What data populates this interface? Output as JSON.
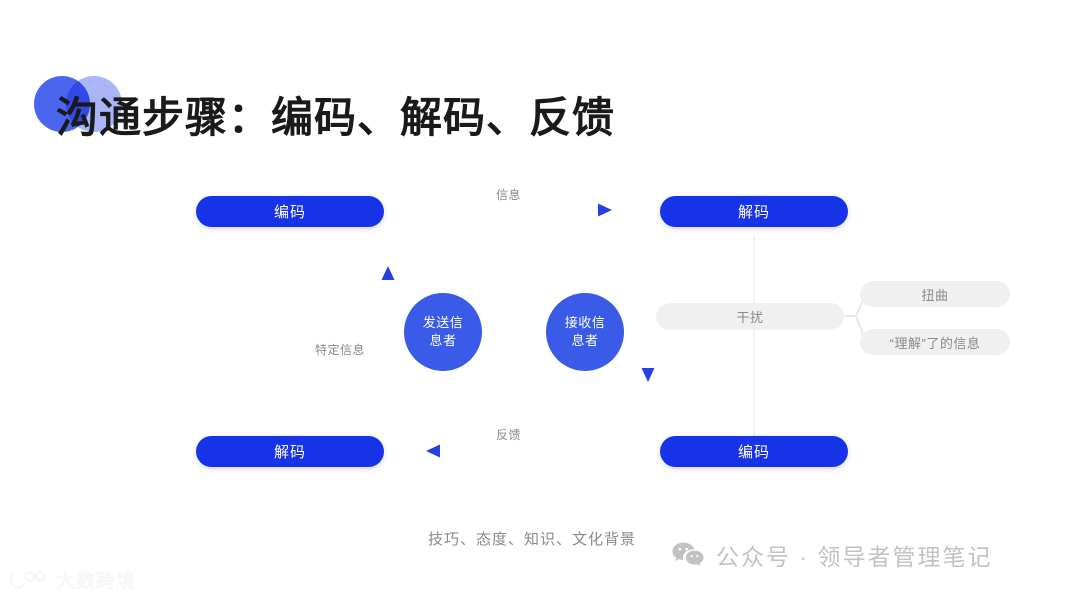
{
  "slide": {
    "title": "沟通步骤：编码、解码、反馈",
    "background_color": "#ffffff",
    "accent_color": "#1733e8",
    "deco": {
      "left_circle_color": "#4a66ee",
      "right_circle_color": "#a9b5f6",
      "left_circle_name": "deco-circle-left",
      "right_circle_name": "deco-circle-right"
    }
  },
  "diagram": {
    "nodes": {
      "encode_top": "编码",
      "decode_top": "解码",
      "decode_bottom": "解码",
      "encode_bottom": "编码",
      "sender_line1": "发送信",
      "sender_line2": "息者",
      "receiver_line1": "接收信",
      "receiver_line2": "息者"
    },
    "noise": {
      "main": "干扰",
      "branch_1": "扭曲",
      "branch_2": "“理解”了的信息"
    },
    "edges": {
      "top_label": "信息",
      "bottom_label": "反馈",
      "left_label": "特定信息"
    },
    "colors": {
      "pill": "#1733e8",
      "actor": "#3a5ae8",
      "gray_pill": "#f0f0f0",
      "gray_text": "#8a8a8a",
      "arrow": "#2440e0"
    }
  },
  "caption": "技巧、态度、知识、文化背景",
  "credit": {
    "icon": "wechat-icon",
    "text": "公众号 · 领导者管理笔记"
  },
  "watermark": {
    "icon": "dashu-logo-icon",
    "text": "大数跨境"
  }
}
